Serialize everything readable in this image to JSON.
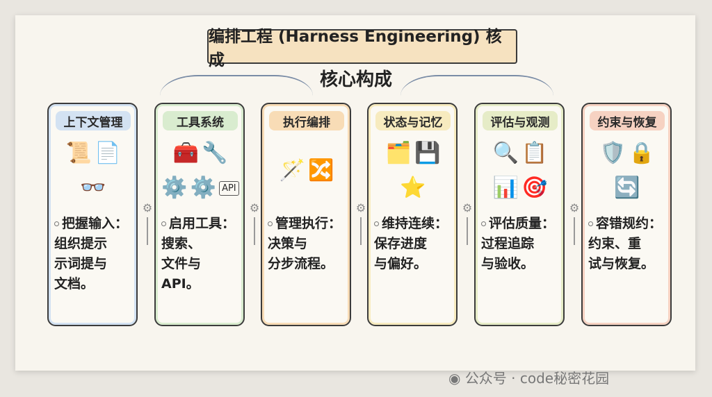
{
  "title": "编排工程 (Harness Engineering) 核成",
  "subtitle": "核心构成",
  "cards": [
    {
      "label": "上下文管理",
      "color": "#d3e2f2",
      "icons": [
        "📜",
        "📄",
        "👓"
      ],
      "lines": [
        "把握输入：",
        "组织提示",
        "示词提与",
        "文档。"
      ]
    },
    {
      "label": "工具系统",
      "color": "#d9eccf",
      "icons": [
        "🧰",
        "🔧",
        "⚙️",
        "⚙️",
        "API"
      ],
      "lines": [
        "启用工具：",
        "搜索、",
        "文件与",
        "API。"
      ]
    },
    {
      "label": "执行编排",
      "color": "#f8dcb6",
      "icons": [
        "🪄",
        "🔀"
      ],
      "lines": [
        "管理执行：",
        "决策与",
        "分步流程。"
      ]
    },
    {
      "label": "状态与记忆",
      "color": "#f7ebbf",
      "icons": [
        "🗂️",
        "💾",
        "⭐"
      ],
      "lines": [
        "维持连续：",
        "保存进度",
        "与偏好。"
      ]
    },
    {
      "label": "评估与观测",
      "color": "#e6ecc7",
      "icons": [
        "🔍",
        "📋",
        "📊",
        "🎯"
      ],
      "lines": [
        "评估质量：",
        "过程追踪",
        "与验收。"
      ]
    },
    {
      "label": "约束与恢复",
      "color": "#f6d2c2",
      "icons": [
        "🛡️",
        "🔒",
        "🔄"
      ],
      "lines": [
        "容错规约：",
        "约束、重",
        "试与恢复。"
      ]
    }
  ],
  "watermark": {
    "icon": "wechat-icon",
    "text": "公众号 · code秘密花园"
  }
}
